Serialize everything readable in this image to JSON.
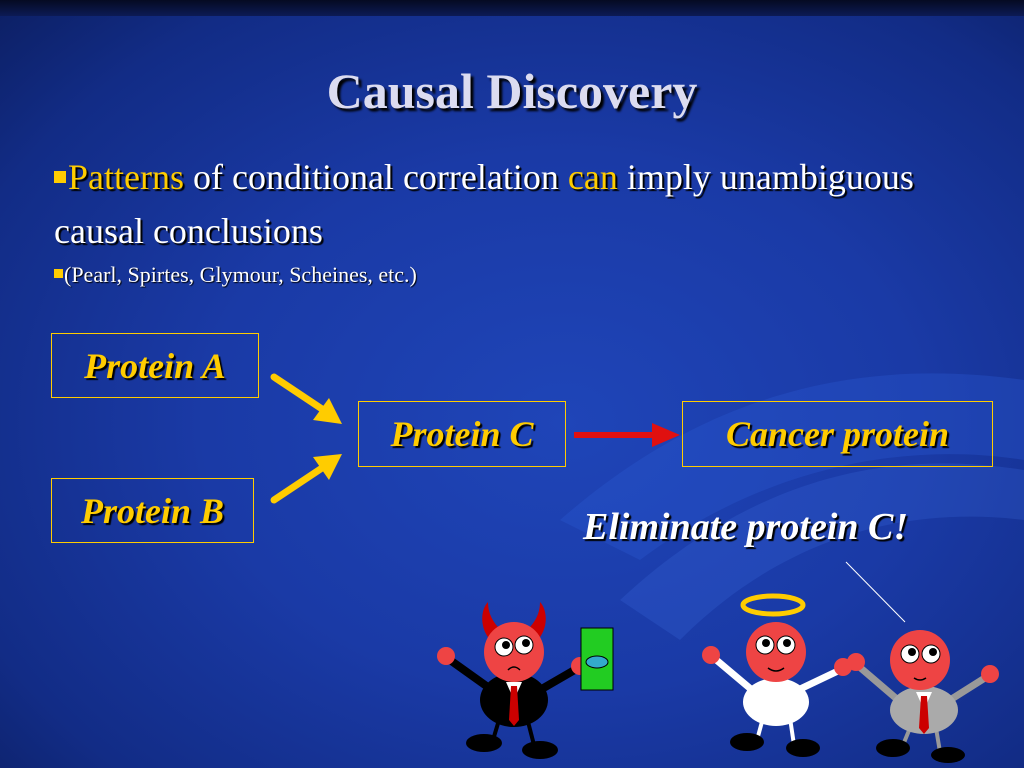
{
  "slide": {
    "title": "Causal Discovery",
    "bullet1": {
      "word1": "Patterns",
      "word2": " of conditional correlation ",
      "word3": "can",
      "word4": " imply unambiguous causal conclusions"
    },
    "bullet2": "(Pearl, Spirtes, Glymour, Scheines, etc.)"
  },
  "diagram": {
    "protein_a": "Protein A",
    "protein_b": "Protein B",
    "protein_c": "Protein C",
    "cancer": "Cancer protein",
    "speech": "Eliminate protein C!"
  },
  "colors": {
    "accent": "#ffcc00",
    "arrow_yellow": "#ffcc00",
    "arrow_red": "#e01010",
    "background": "#1a3aa6"
  },
  "icons": [
    "bullet-square-icon",
    "arrow-right-icon",
    "devil-figure",
    "angel-figure",
    "businessman-figure",
    "money-icon"
  ]
}
